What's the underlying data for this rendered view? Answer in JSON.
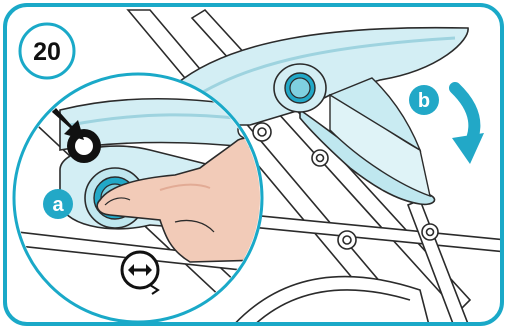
{
  "step": {
    "number": "20"
  },
  "callouts": {
    "a": "a",
    "b": "b"
  },
  "icons": {
    "press_icon": "press-down-icon",
    "slide_icon": "bidirectional-slide-icon",
    "rotate_arrow": "rotation-arrow-icon"
  },
  "colors": {
    "frame": "#1aa9c8",
    "accent": "#22a8c7",
    "hood": "#bfe7ef",
    "hood_light": "#dff3f7",
    "outline": "#2b2b2b",
    "skin": "#f2cbb8",
    "skin_shadow": "#e2ab95",
    "black": "#111111"
  }
}
